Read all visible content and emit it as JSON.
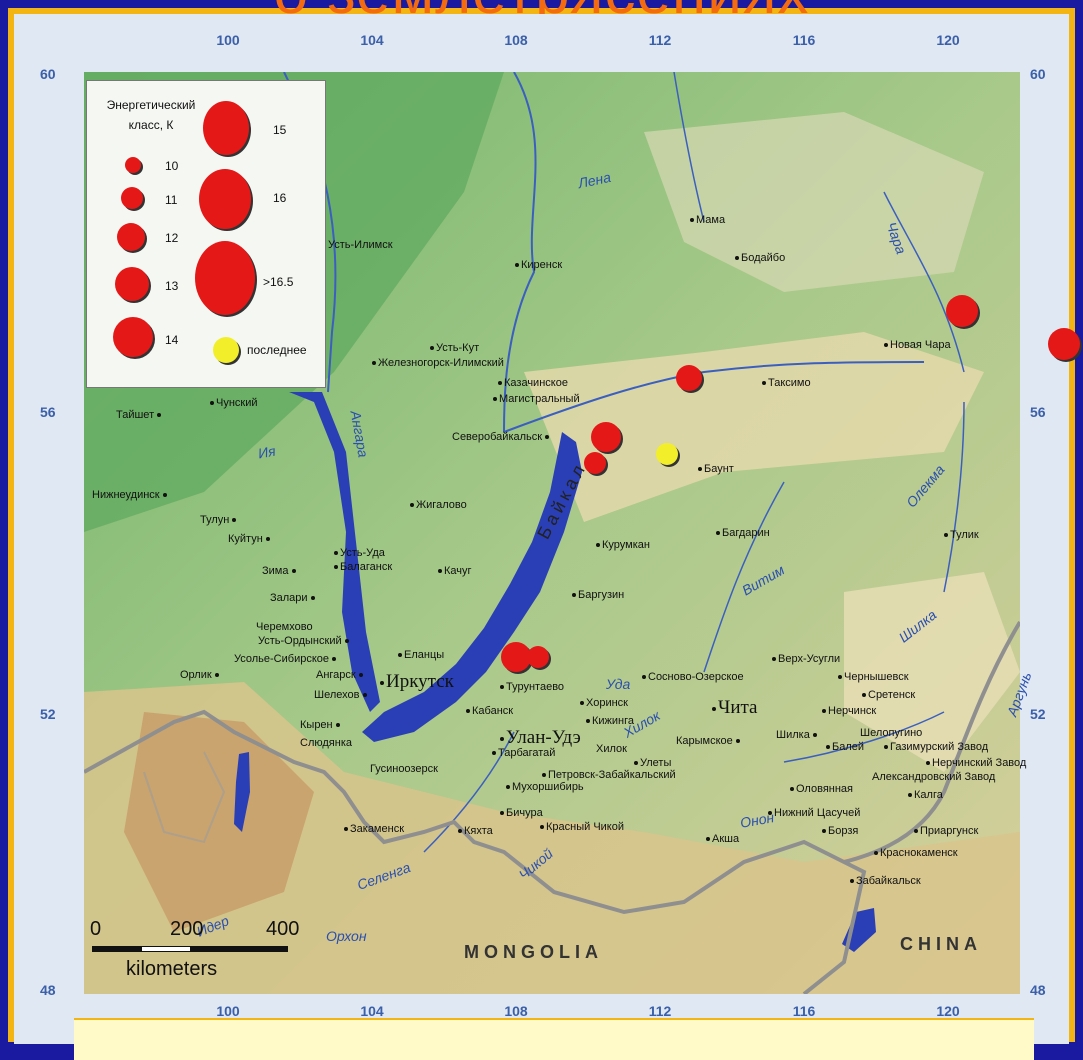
{
  "title": "о землетрясениях",
  "axes": {
    "lon_ticks": [
      "100",
      "104",
      "108",
      "112",
      "116",
      "120"
    ],
    "lat_ticks": [
      "60",
      "56",
      "52",
      "48"
    ]
  },
  "legend": {
    "title_line1": "Энергетический",
    "title_line2": "класс, К",
    "classes": [
      "10",
      "11",
      "12",
      "13",
      "14",
      "15",
      "16",
      ">16.5"
    ],
    "last_label": "последнее"
  },
  "cities": [
    "Усть-Илимск",
    "Киренск",
    "Мама",
    "Бодайбо",
    "Новая Чара",
    "Усть-Кут",
    "Железногорск-Илимский",
    "Казачинское",
    "Магистральный",
    "Таксимо",
    "Тайшет",
    "Чунский",
    "Северобайкальск",
    "Баунт",
    "Нижнеудинск",
    "Тулун",
    "Куйтун",
    "Жигалово",
    "Курумкан",
    "Багдарин",
    "Тулик",
    "Усть-Уда",
    "Балаганск",
    "Качуг",
    "Зима",
    "Залари",
    "Баргузин",
    "Черемхово",
    "Усть-Ордынский",
    "Усолье-Сибирское",
    "Ангарск",
    "Шелехов",
    "Еланцы",
    "Орлик",
    "Иркутск",
    "Турунтаево",
    "Кабанск",
    "Хоринск",
    "Сосново-Озерское",
    "Верх-Усугли",
    "Чернышевск",
    "Сретенск",
    "Нерчинск",
    "Чита",
    "Кижинга",
    "Улан-Удэ",
    "Тарбагатай",
    "Хилок",
    "Карымское",
    "Шилка",
    "Балей",
    "Шелопугино",
    "Газимурский Завод",
    "Нерчинский Завод",
    "Александровский Завод",
    "Кырен",
    "Слюдянка",
    "Гусиноозерск",
    "Петровск-Забайкальский",
    "Улеты",
    "Мухоршибирь",
    "Оловянная",
    "Калга",
    "Бичура",
    "Нижний Цасучей",
    "Закаменск",
    "Кяхта",
    "Красный Чикой",
    "Акша",
    "Борзя",
    "Приаргунск",
    "Краснокаменск",
    "Забайкальск"
  ],
  "rivers": [
    "Лена",
    "Чара",
    "Ангара",
    "Ия",
    "Байкал",
    "Олекма",
    "Витим",
    "Шилка",
    "Аргунь",
    "Уда",
    "Хилок",
    "Селенга",
    "Чикой",
    "Онон",
    "Идер",
    "Орхон"
  ],
  "countries": [
    "MONGOLIA",
    "CHINA"
  ],
  "scale": {
    "zero": "0",
    "mid": "200",
    "max": "400",
    "unit": "kilometers"
  },
  "earthquakes": [
    {
      "lon": 120.4,
      "lat": 57.2,
      "class": "15",
      "type": "event"
    },
    {
      "lon": 124.4,
      "lat": 56.8,
      "class": "15",
      "type": "event"
    },
    {
      "lon": 112.8,
      "lat": 56.4,
      "class": "12",
      "type": "event"
    },
    {
      "lon": 110.5,
      "lat": 55.7,
      "class": "13",
      "type": "event"
    },
    {
      "lon": 110.2,
      "lat": 55.4,
      "class": "11",
      "type": "event"
    },
    {
      "lon": 112.2,
      "lat": 55.5,
      "class": "11",
      "type": "last"
    },
    {
      "lon": 108.0,
      "lat": 53.1,
      "class": "13",
      "type": "event"
    },
    {
      "lon": 108.6,
      "lat": 53.1,
      "class": "11",
      "type": "event"
    }
  ],
  "colors": {
    "event": "#e51818",
    "last": "#f2ef2a",
    "lake": "#2a3fb5",
    "border": "#8f8f8f"
  }
}
